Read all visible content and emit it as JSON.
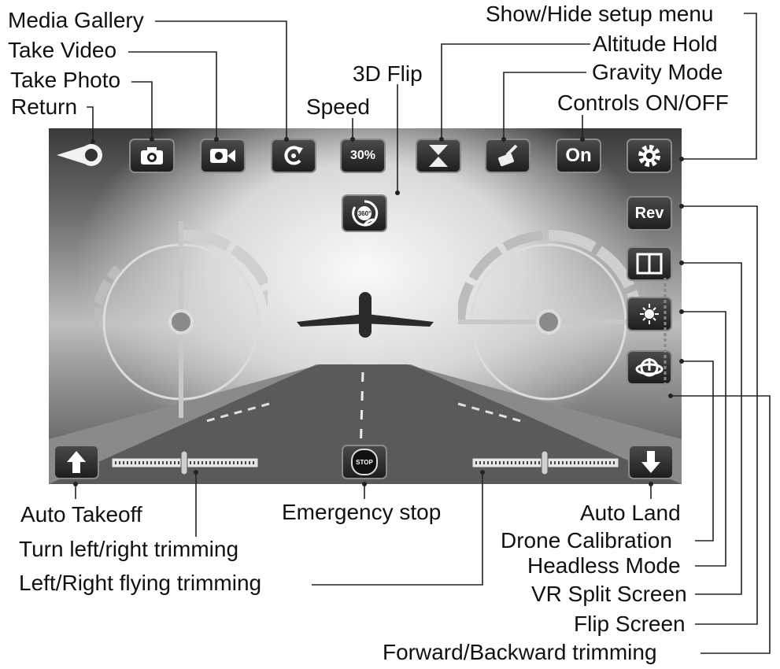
{
  "labels": {
    "media_gallery": "Media Gallery",
    "take_video": "Take Video",
    "take_photo": "Take Photo",
    "return": "Return",
    "speed": "Speed",
    "flip_3d": "3D Flip",
    "show_hide_setup_menu": "Show/Hide setup menu",
    "altitude_hold": "Altitude Hold",
    "gravity_mode": "Gravity Mode",
    "controls_on_off": "Controls ON/OFF",
    "auto_takeoff": "Auto Takeoff",
    "turn_trimming": "Turn left/right trimming",
    "lr_flying_trimming": "Left/Right  flying trimming",
    "emergency_stop": "Emergency stop",
    "auto_land": "Auto Land",
    "drone_calibration": "Drone Calibration",
    "headless_mode": "Headless Mode",
    "vr_split_screen": "VR Split Screen",
    "flip_screen": "Flip Screen",
    "fwd_bwd_trimming": "Forward/Backward trimming"
  },
  "buttons": {
    "speed_value": "30%",
    "controls_state": "On",
    "rev_label": "Rev",
    "flip_360_label": "360°",
    "stop_label": "STOP"
  },
  "icons": {
    "return": "back-arrow-icon",
    "photo": "camera-icon",
    "video": "video-camera-icon",
    "gallery": "refresh-icon",
    "altitude": "hourglass-icon",
    "gravity": "tilt-phone-icon",
    "settings": "gear-icon",
    "vr": "split-screen-icon",
    "calibration": "compass-calibration-icon",
    "headless": "headless-orbit-icon",
    "takeoff": "arrow-up-icon",
    "land": "arrow-down-icon"
  },
  "colors": {
    "button_bg": "#2a2a2a",
    "button_border": "#8a8a8a",
    "label_text": "#111111",
    "leader_line": "#222222"
  }
}
